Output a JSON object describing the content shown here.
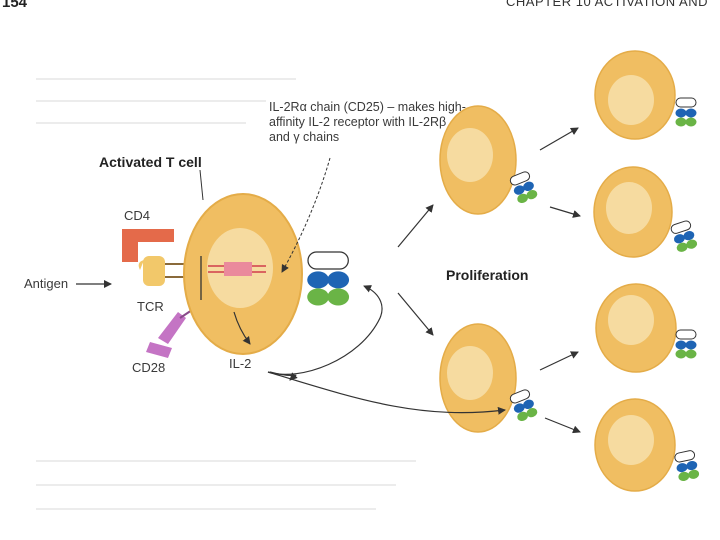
{
  "header": {
    "page_number": "154",
    "running_head": "CHAPTER 10   ACTIVATION AND"
  },
  "labels": {
    "activated_t_cell": "Activated T cell",
    "il2ra_note": "IL-2Rα chain (CD25) – makes high-affinity IL-2 receptor with IL-2Rβ and γ chains",
    "cd4": "CD4",
    "antigen": "Antigen",
    "tcr": "TCR",
    "cd28": "CD28",
    "il2": "IL-2",
    "proliferation": "Proliferation"
  },
  "colors": {
    "cell_body": "#f0be62",
    "cell_outline": "#e4ac48",
    "nucleus": "#f6dba0",
    "cd4": "#e46a4a",
    "tcr": "#f2c86a",
    "cd28": "#c474c4",
    "il2_gene": "#ea8a9c",
    "receptor_alpha": "#ffffff",
    "receptor_beta": "#1e64b4",
    "receptor_gamma": "#6ab446",
    "arrow": "#333333"
  }
}
